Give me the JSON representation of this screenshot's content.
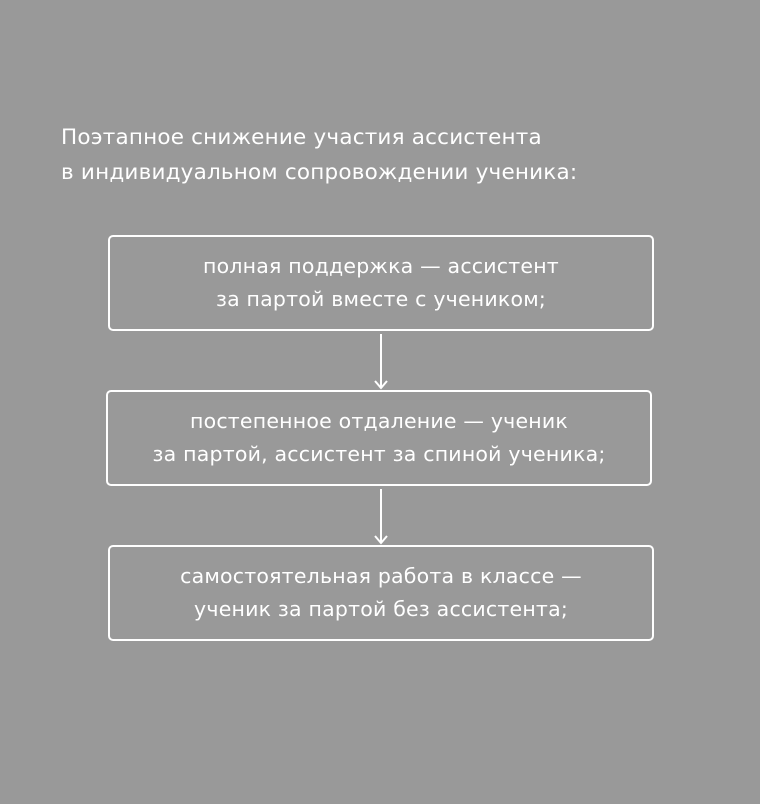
{
  "title": {
    "line1": "Поэтапное снижение участия ассистента",
    "line2": "в индивидуальном сопровождении ученика:"
  },
  "steps": [
    {
      "line1": "полная поддержка — ассистент",
      "line2": "за партой вместе с учеником;"
    },
    {
      "line1": "постепенное отдаление — ученик",
      "line2": "за партой, ассистент за спиной ученика;"
    },
    {
      "line1": "самостоятельная работа в классе —",
      "line2": "ученик за партой без ассистента;"
    }
  ],
  "colors": {
    "background": "#999999",
    "foreground": "#ffffff"
  }
}
